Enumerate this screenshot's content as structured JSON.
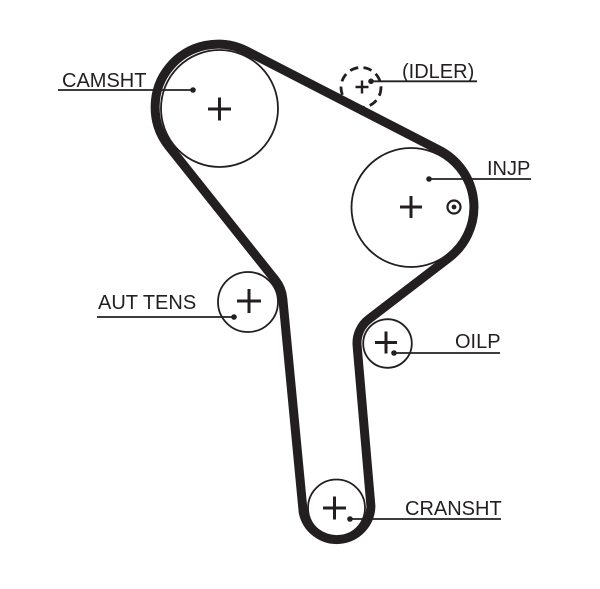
{
  "colors": {
    "ink": "#231f20",
    "background": "#ffffff"
  },
  "labels": {
    "camshaft": "CAMSHT",
    "idler": "(IDLER)",
    "injection_pump": "INJP",
    "auto_tensioner": "AUT TENS",
    "oil_pump": "OILP",
    "crankshaft": "CRANSHT"
  }
}
